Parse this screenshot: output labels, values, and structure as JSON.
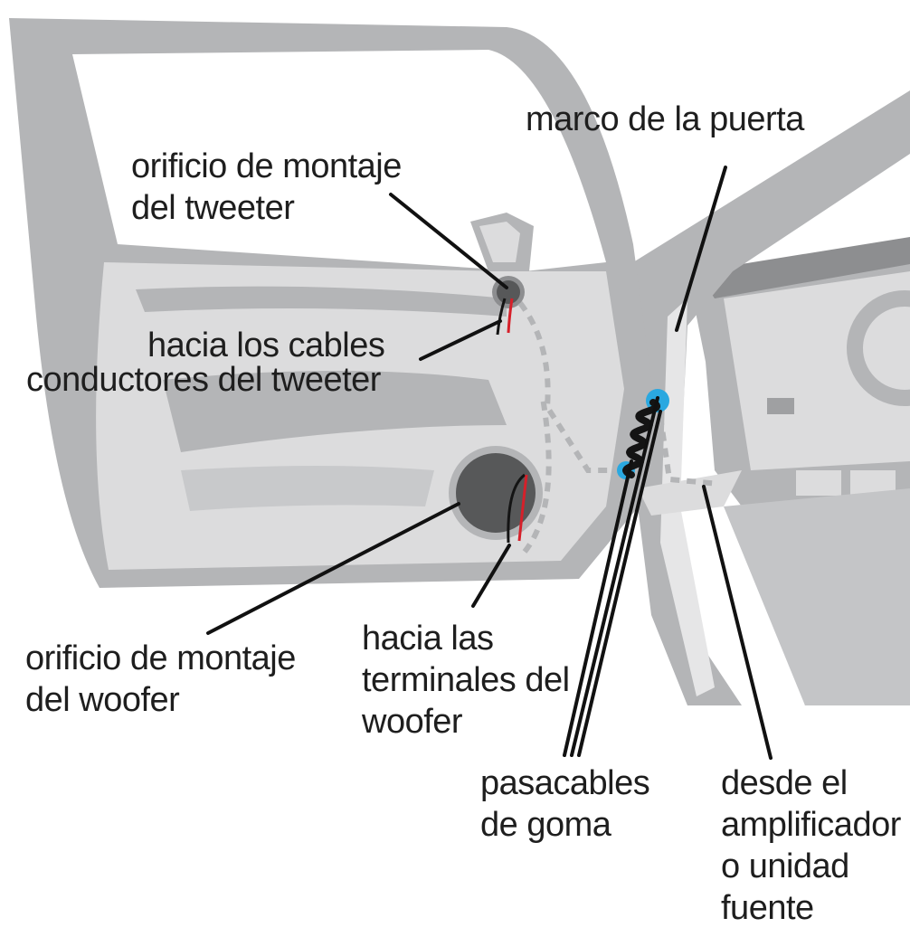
{
  "colors": {
    "car_body": "#b4b5b7",
    "car_panel": "#dcdcdd",
    "car_dark": "#6b6c6e",
    "hole": "#575859",
    "cable": "#141414",
    "wire_red": "#d6202a",
    "grommet": "#2aa8e0",
    "leader": "#111111"
  },
  "labels": {
    "door_frame": [
      "marco de la puerta"
    ],
    "tweeter_hole": [
      "orificio de montaje",
      "del tweeter"
    ],
    "tweeter_leads": [
      "hacia los cables",
      "conductores del tweeter"
    ],
    "woofer_hole": [
      "orificio de montaje",
      "del woofer"
    ],
    "woofer_terminals": [
      "hacia las",
      "terminales del",
      "woofer"
    ],
    "grommets": [
      "pasacables",
      "de goma"
    ],
    "from_amp": [
      "desde el",
      "amplificador",
      "o unidad",
      "fuente"
    ]
  }
}
